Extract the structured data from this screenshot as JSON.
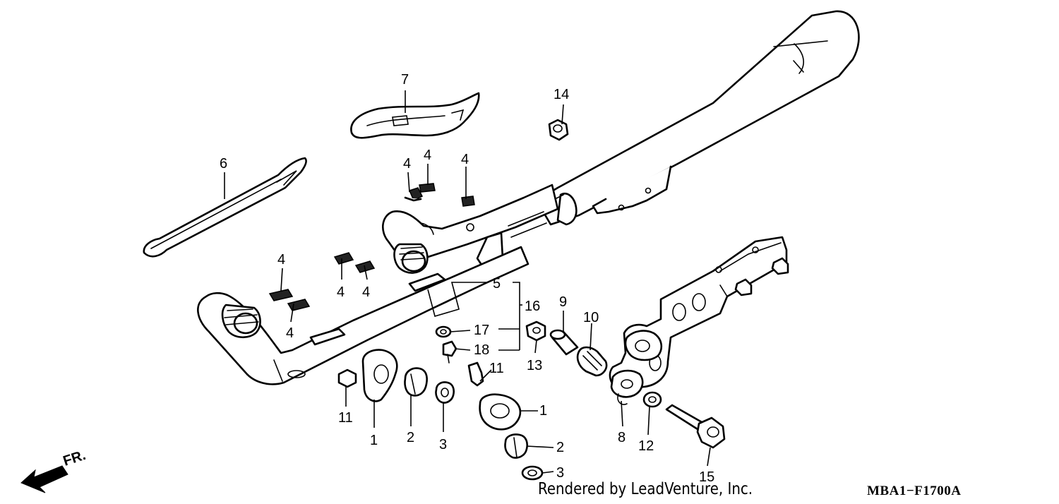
{
  "diagram": {
    "callouts": {
      "c1a": "1",
      "c1b": "1",
      "c2a": "2",
      "c2b": "2",
      "c3a": "3",
      "c3b": "3",
      "c4a": "4",
      "c4b": "4",
      "c4c": "4",
      "c4d": "4",
      "c4e": "4",
      "c4f": "4",
      "c4g": "4",
      "c5": "5",
      "c6": "6",
      "c7": "7",
      "c8": "8",
      "c9": "9",
      "c10": "10",
      "c11a": "11",
      "c11b": "11",
      "c12": "12",
      "c13": "13",
      "c14": "14",
      "c15": "15",
      "c16": "16",
      "c17": "17",
      "c18": "18"
    },
    "front_marker": "FR.",
    "credit": "Rendered by LeadVenture, Inc.",
    "diagram_code": "MBA1−F1700A"
  }
}
